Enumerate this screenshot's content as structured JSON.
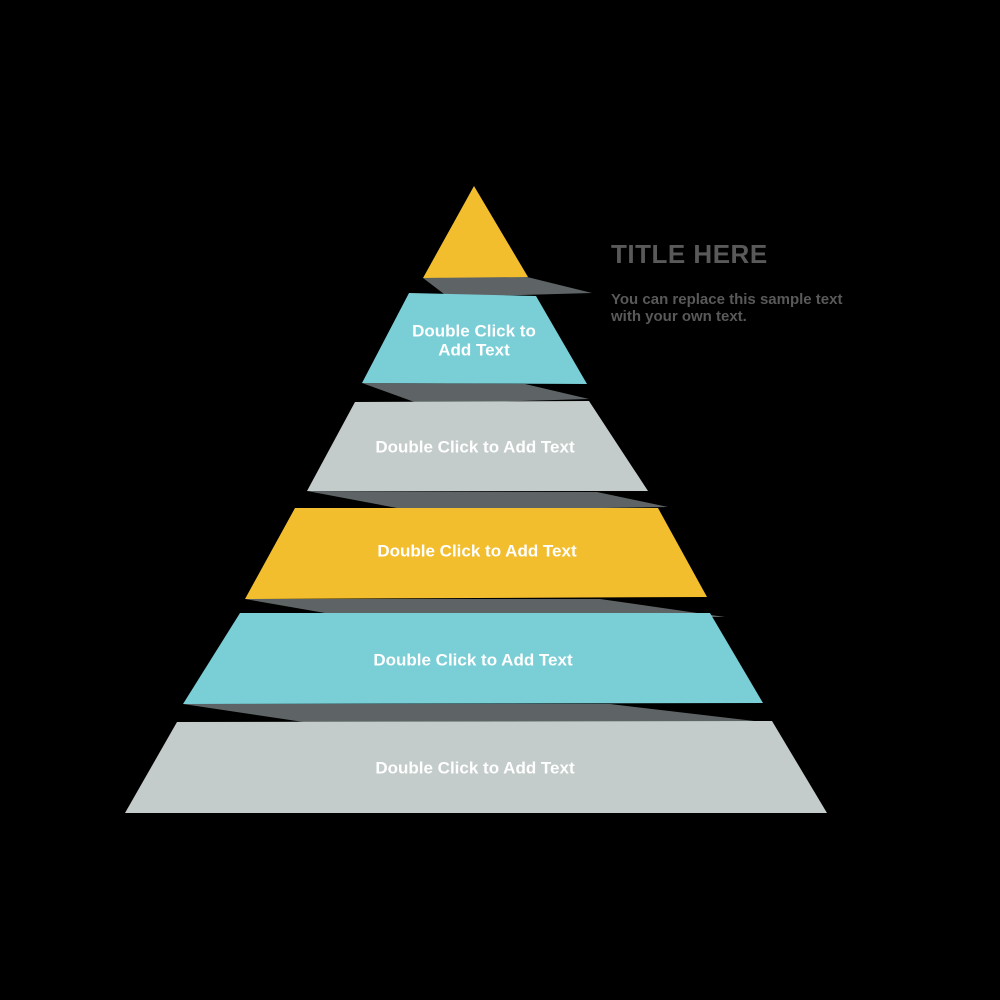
{
  "diagram": {
    "background_color": "#000000",
    "shadow_color": "#5E6465",
    "label_color": "#FFFFFF",
    "title": {
      "text": "TITLE HERE",
      "color": "#595959"
    },
    "subtitle": {
      "color": "#595959",
      "lines": [
        "You can replace this sample text",
        "with your own text."
      ]
    },
    "levels": [
      {
        "name": "pyramid-level-1",
        "color": "#F2BE2D",
        "label_lines": []
      },
      {
        "name": "pyramid-level-2",
        "color": "#7ACED6",
        "label_lines": [
          "Double Click to",
          "Add Text"
        ]
      },
      {
        "name": "pyramid-level-3",
        "color": "#C3CCCA",
        "label_lines": [
          "Double Click to Add Text"
        ]
      },
      {
        "name": "pyramid-level-4",
        "color": "#F2BE2D",
        "label_lines": [
          "Double Click to Add Text"
        ]
      },
      {
        "name": "pyramid-level-5",
        "color": "#7ACED6",
        "label_lines": [
          "Double Click to Add Text"
        ]
      },
      {
        "name": "pyramid-level-6",
        "color": "#C3CCCA",
        "label_lines": [
          "Double Click to Add Text"
        ]
      }
    ]
  }
}
